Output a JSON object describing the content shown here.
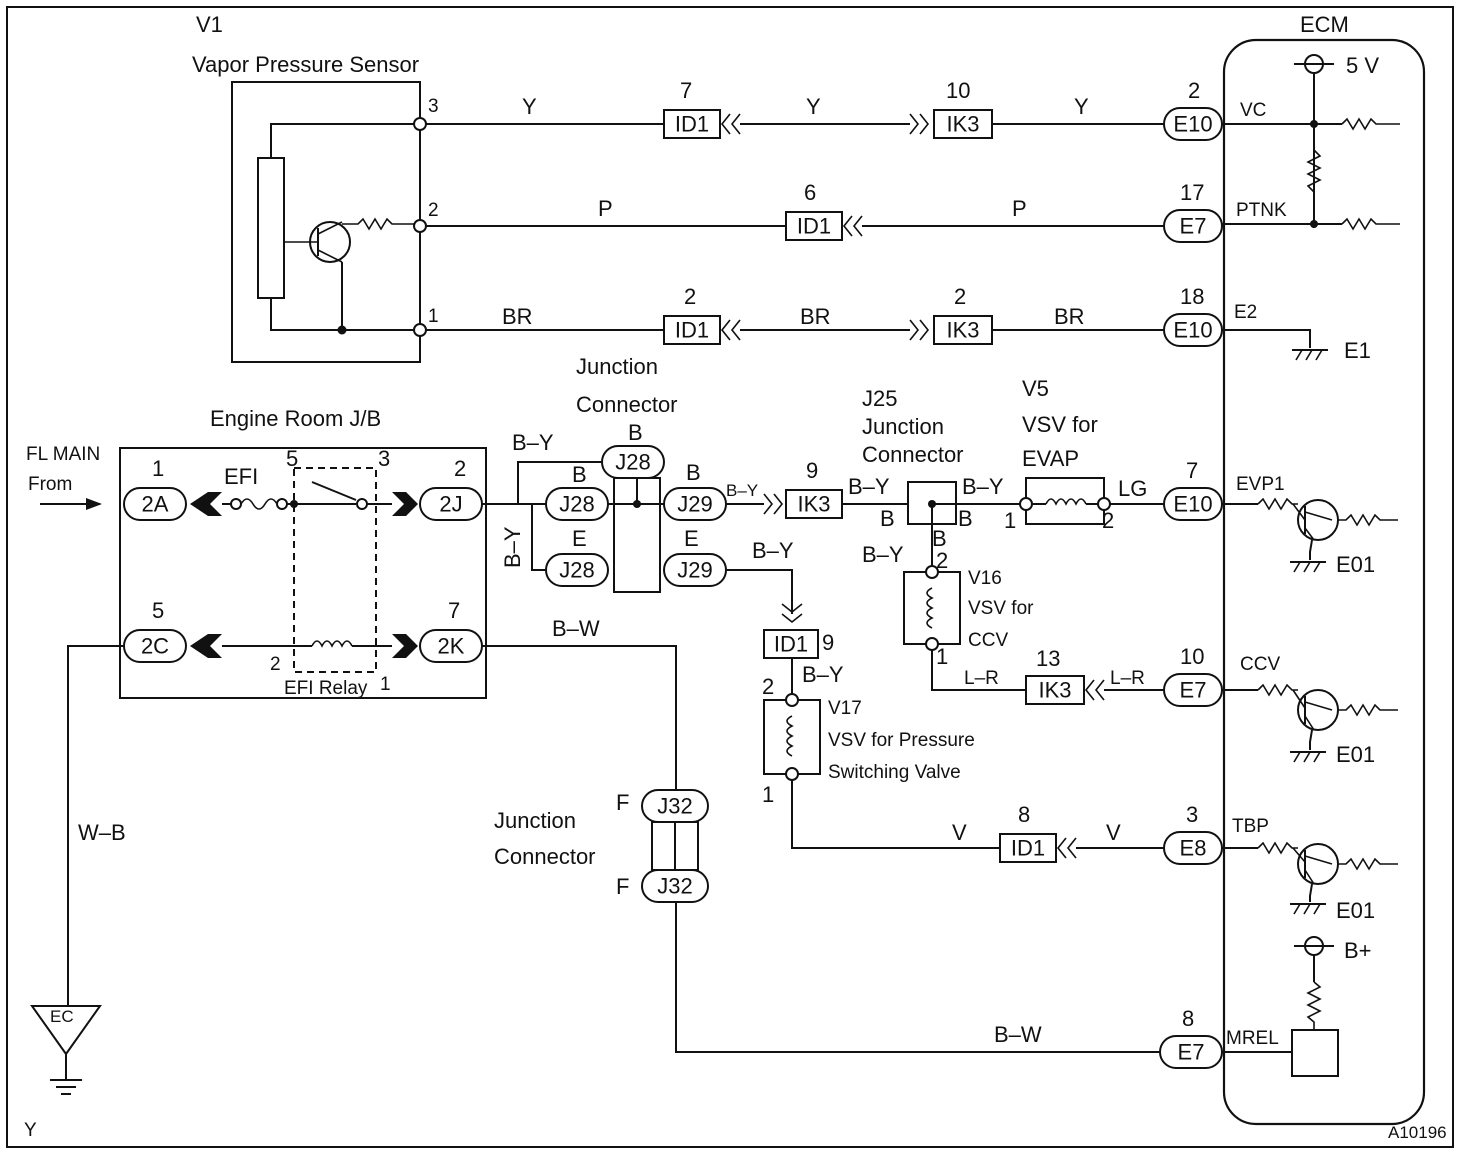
{
  "figure_id": "A10196",
  "corner_label": "Y",
  "ecm": {
    "title": "ECM",
    "supply": "5 V",
    "bplus": "B+"
  },
  "sensor": {
    "id": "V1",
    "name": "Vapor Pressure Sensor"
  },
  "jb": {
    "title": "Engine Room J/B",
    "fuse": "EFI",
    "relay": "EFI Relay",
    "fl_main": "FL MAIN",
    "from": "From"
  },
  "junction1": {
    "line1": "Junction",
    "line2": "Connector"
  },
  "junction2": {
    "line1": "Junction",
    "line2": "Connector"
  },
  "j25": {
    "line1": "J25",
    "line2": "Junction",
    "line3": "Connector"
  },
  "v5": {
    "line1": "V5",
    "line2": "VSV for",
    "line3": "EVAP"
  },
  "v16": {
    "line1": "V16",
    "line2": "VSV for",
    "line3": "CCV"
  },
  "v17": {
    "line1": "V17",
    "line2": "VSV for Pressure",
    "line3": "Switching Valve"
  },
  "ground": {
    "ec": "EC",
    "e1": "E1",
    "e01": "E01"
  },
  "wires": {
    "Y": "Y",
    "P": "P",
    "BR": "BR",
    "BY": "B–Y",
    "BW": "B–W",
    "LG": "LG",
    "LR": "L–R",
    "V": "V",
    "WB": "W–B",
    "B": "B",
    "E": "E",
    "F": "F"
  },
  "connectors": {
    "ID1": "ID1",
    "IK3": "IK3",
    "E10": "E10",
    "E7": "E7",
    "E8": "E8",
    "J28": "J28",
    "J29": "J29",
    "J32": "J32",
    "A2": "2A",
    "J2": "2J",
    "C2": "2C",
    "K2": "2K"
  },
  "ecm_pins": {
    "vc": "VC",
    "ptnk": "PTNK",
    "e2": "E2",
    "evp1": "EVP1",
    "ccv": "CCV",
    "tbp": "TBP",
    "mrel": "MREL"
  },
  "pins": {
    "p1": "1",
    "p2": "2",
    "p3": "3",
    "p5": "5",
    "p6": "6",
    "p7": "7",
    "p8": "8",
    "p9": "9",
    "p10": "10",
    "p13": "13",
    "p17": "17",
    "p18": "18"
  }
}
